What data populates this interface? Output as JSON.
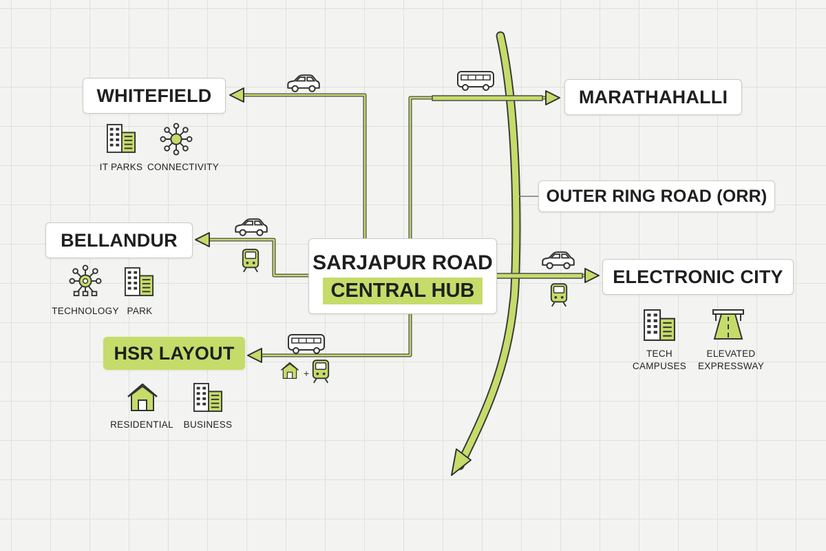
{
  "hub": {
    "line1": "SARJAPUR ROAD",
    "line2": "CENTRAL HUB"
  },
  "destinations": {
    "whitefield": "WHITEFIELD",
    "marathahalli": "MARATHAHALLI",
    "bellandur": "BELLANDUR",
    "electronic_city": "ELECTRONIC CITY",
    "hsr_layout": "HSR LAYOUT"
  },
  "orr_label": "OUTER RING ROAD (ORR)",
  "features": {
    "whitefield": [
      "IT PARKS",
      "CONNECTIVITY"
    ],
    "bellandur": [
      "TECHNOLOGY",
      "PARK"
    ],
    "hsr_layout": [
      "RESIDENTIAL",
      "BUSINESS"
    ],
    "electronic_city": [
      [
        "TECH",
        "CAMPUSES"
      ],
      [
        "ELEVATED",
        "EXPRESSWAY"
      ]
    ]
  },
  "transport_icons": {
    "whitefield": [
      "car-icon"
    ],
    "marathahalli": [
      "bus-icon"
    ],
    "bellandur": [
      "car-icon",
      "metro-icon"
    ],
    "electronic_city": [
      "car-icon",
      "metro-icon"
    ],
    "hsr_layout": [
      "bus-icon",
      "home-icon",
      "metro-icon"
    ]
  },
  "hsr_plus": "+",
  "colors": {
    "accent": "#b9d45a",
    "line": "#a6c23d",
    "text": "#1f1f1f",
    "background": "#f3f4f1"
  }
}
